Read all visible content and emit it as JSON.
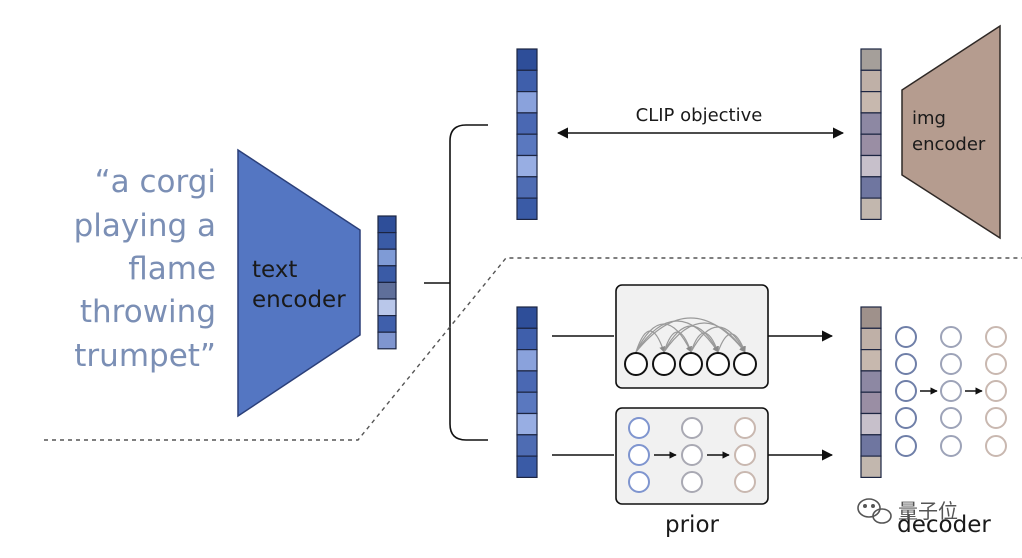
{
  "caption": {
    "lines": [
      "“a corgi",
      "playing a",
      "flame",
      "throwing",
      "trumpet”"
    ]
  },
  "text_encoder": {
    "line1": "text",
    "line2": "encoder"
  },
  "clip": {
    "label": "CLIP objective"
  },
  "img_encoder": {
    "line1": "img",
    "line2": "encoder"
  },
  "prior": {
    "label": "prior"
  },
  "decoder": {
    "label": "decoder"
  },
  "watermark": {
    "text": "量子位"
  },
  "colors": {
    "encoder_blue": "#5476c2",
    "encoder_border": "#2b3f79",
    "img_encoder": "#b59c8f",
    "img_encoder_border": "#2f2926",
    "caption": "#7b8fb5"
  },
  "embeddings": {
    "text_embedding": [
      "#2e4e99",
      "#3a5ba6",
      "#7f9bd6",
      "#3a5ba6",
      "#5f6f9a",
      "#b9c7ea",
      "#3f5fab",
      "#7f95cf"
    ],
    "clip_text_embedding": [
      "#2e4e99",
      "#3f5fab",
      "#8aa2dc",
      "#4a68b3",
      "#5a78bf",
      "#98aee3",
      "#4e6cb3",
      "#3a5ba6"
    ],
    "clip_image_embedding": [
      "#a59f9a",
      "#bfb0a7",
      "#c7b8ae",
      "#8d88a3",
      "#9a8ea4",
      "#c7c0cb",
      "#6f76a0",
      "#c2b7ae"
    ],
    "prior_input_embedding": [
      "#2e4e99",
      "#3f5fab",
      "#8aa2dc",
      "#4a68b3",
      "#5a78bf",
      "#98aee3",
      "#4e6cb3",
      "#3a5ba6"
    ],
    "decoder_embedding": [
      "#9f918b",
      "#bfb0a7",
      "#c7b8ae",
      "#8d88a3",
      "#9a8ea4",
      "#c7c0cb",
      "#6f76a0",
      "#c2b7ae"
    ]
  }
}
